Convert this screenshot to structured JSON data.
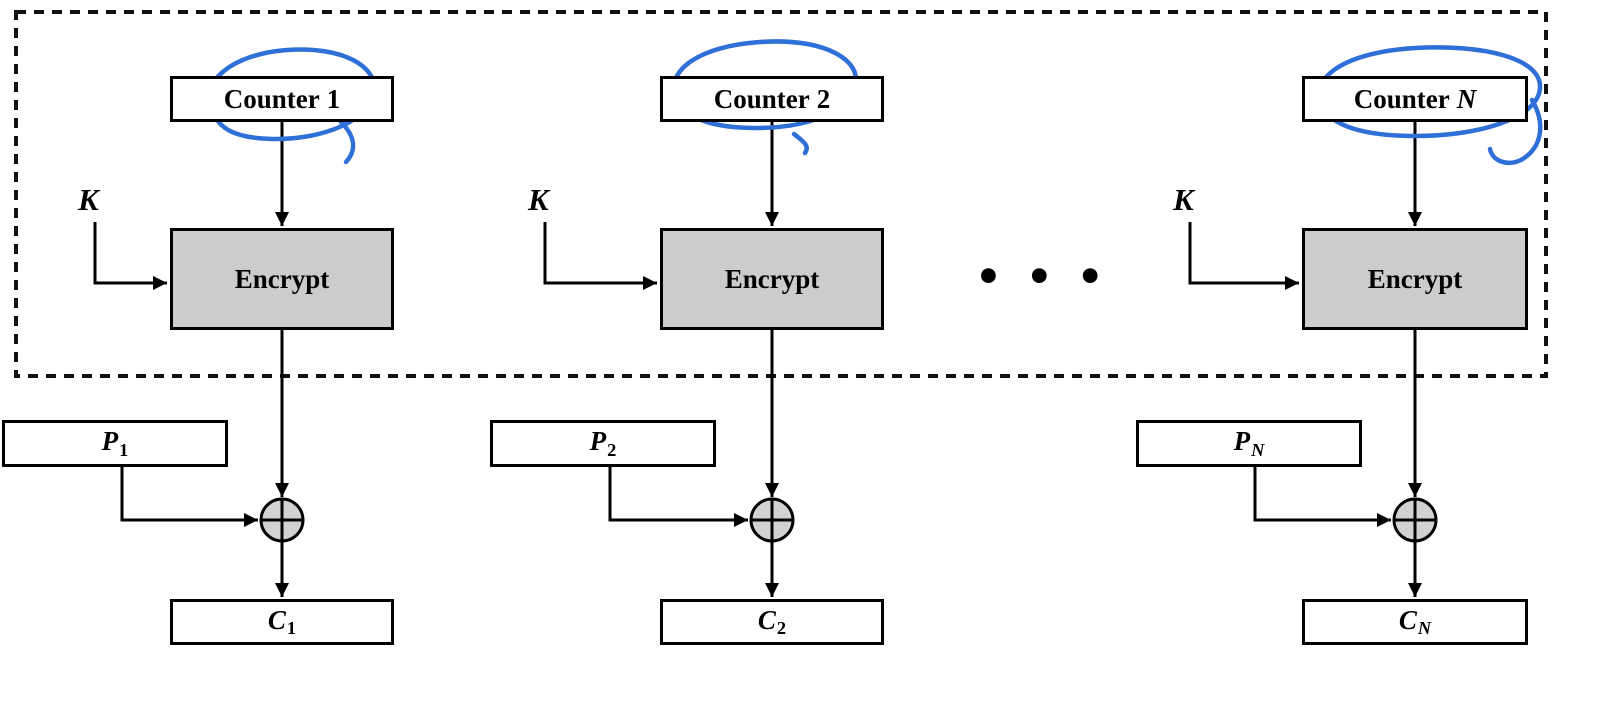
{
  "diagram": {
    "title": "CTR mode encryption block diagram",
    "annotation_color": "#2e6fd8",
    "ellipsis": "•••",
    "columns": [
      {
        "counter_prefix": "Counter",
        "counter_index": "1",
        "key_label": "K",
        "encrypt_label": "Encrypt",
        "plaintext_base": "P",
        "plaintext_sub": "1",
        "ciphertext_base": "C",
        "ciphertext_sub": "1"
      },
      {
        "counter_prefix": "Counter",
        "counter_index": "2",
        "key_label": "K",
        "encrypt_label": "Encrypt",
        "plaintext_base": "P",
        "plaintext_sub": "2",
        "ciphertext_base": "C",
        "ciphertext_sub": "2"
      },
      {
        "counter_prefix": "Counter",
        "counter_index": "N",
        "key_label": "K",
        "encrypt_label": "Encrypt",
        "plaintext_base": "P",
        "plaintext_sub": "N",
        "ciphertext_base": "C",
        "ciphertext_sub": "N"
      }
    ]
  }
}
